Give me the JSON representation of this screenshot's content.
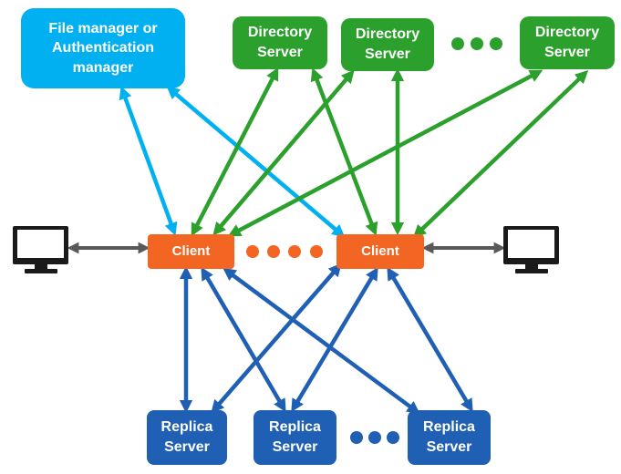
{
  "nodes": {
    "file_manager": {
      "line1": "File manager or",
      "line2": "Authentication",
      "line3": "manager"
    },
    "directory_servers": [
      {
        "line1": "Directory",
        "line2": "Server"
      },
      {
        "line1": "Directory",
        "line2": "Server"
      },
      {
        "line1": "Directory",
        "line2": "Server"
      }
    ],
    "clients": [
      {
        "label": "Client"
      },
      {
        "label": "Client"
      }
    ],
    "replica_servers": [
      {
        "line1": "Replica",
        "line2": "Server"
      },
      {
        "line1": "Replica",
        "line2": "Server"
      },
      {
        "line1": "Replica",
        "line2": "Server"
      }
    ]
  },
  "colors": {
    "file_manager": "#00b0f0",
    "directory_server": "#2ca02c",
    "client": "#f26522",
    "replica_server": "#1f5fb4",
    "monitor_link": "#595959",
    "monitor": "#1a1a1a"
  },
  "icons": [
    "monitor-icon",
    "monitor-icon"
  ]
}
